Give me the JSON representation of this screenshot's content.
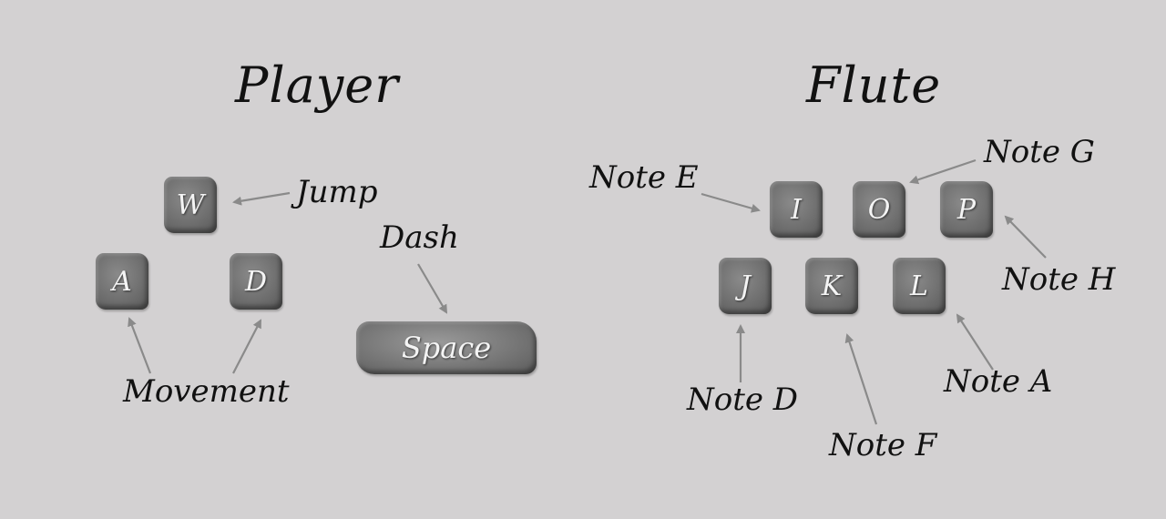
{
  "player": {
    "title": "Player",
    "keys": {
      "w": "W",
      "a": "A",
      "d": "D",
      "space": "Space"
    },
    "labels": {
      "jump": "Jump",
      "dash": "Dash",
      "movement": "Movement"
    }
  },
  "flute": {
    "title": "Flute",
    "keys": {
      "i": "I",
      "o": "O",
      "p": "P",
      "j": "J",
      "k": "K",
      "l": "L"
    },
    "labels": {
      "note_e": "Note E",
      "note_g": "Note G",
      "note_h": "Note H",
      "note_d": "Note D",
      "note_f": "Note F",
      "note_a": "Note A"
    }
  },
  "colors": {
    "background": "#d3d1d2",
    "key": "#6f6f6f",
    "arrow": "#8a8a8a",
    "text": "#111111"
  }
}
